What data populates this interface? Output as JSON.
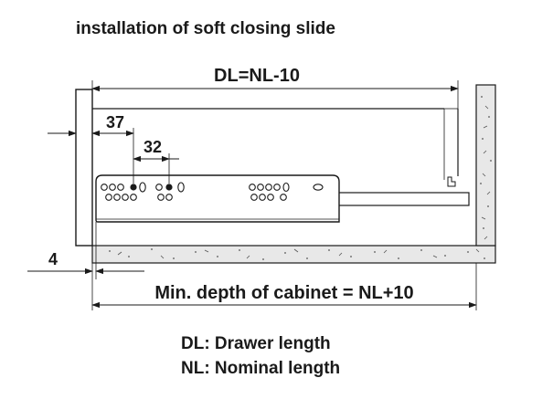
{
  "title": "installation of soft closing slide",
  "dimensions": {
    "drawer_length": "DL=NL-10",
    "offset_37": "37",
    "offset_32": "32",
    "offset_4": "4",
    "cabinet_depth": "Min. depth of cabinet = NL+10"
  },
  "legend": {
    "dl": "DL: Drawer length",
    "nl": "NL: Nominal length"
  }
}
